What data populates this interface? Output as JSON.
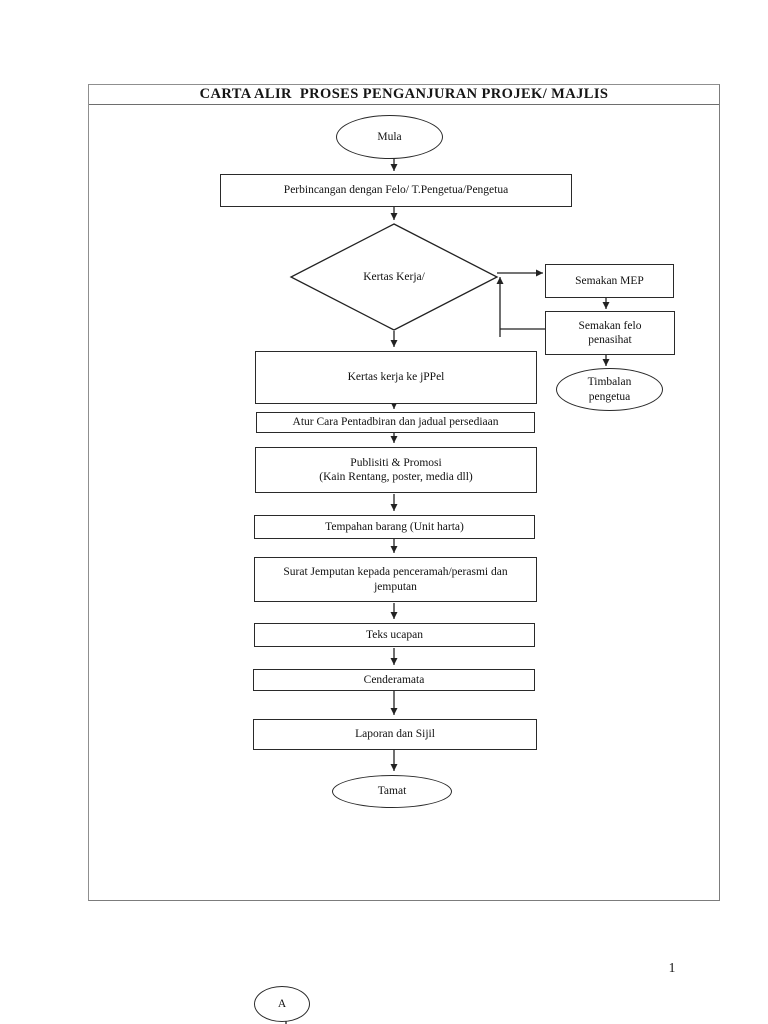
{
  "title": "CARTA ALIR  PROSES PENGANJURAN PROJEK/ MAJLIS",
  "page_number": "1",
  "colors": {
    "line": "#222222",
    "frame": "#8f8f8f",
    "background": "#ffffff",
    "text": "#111111"
  },
  "flowchart": {
    "start_terminator": "Mula",
    "step_perbincangan": "Perbincangan dengan Felo/ T.Pengetua/Pengetua",
    "decision_kertas_kerja": "Kertas Kerja/",
    "step_semakan_mep": "Semakan MEP",
    "step_semakan_felo": {
      "line1": "Semakan felo",
      "line2": "penasihat"
    },
    "terminator_timbalan": {
      "line1": "Timbalan",
      "line2": "pengetua"
    },
    "step_jppel": "Kertas kerja ke jPPel",
    "step_atur_cara": "Atur Cara Pentadbiran dan jadual persediaan",
    "step_publisiti": {
      "line1": "Publisiti & Promosi",
      "line2": "(Kain Rentang, poster, media dll)"
    },
    "step_tempahan": "Tempahan barang (Unit harta)",
    "step_surat": {
      "line1": "Surat Jemputan kepada penceramah/perasmi dan",
      "line2": "jemputan"
    },
    "step_teks_ucapan": "Teks ucapan",
    "step_cenderamata": "Cenderamata",
    "step_laporan": "Laporan dan Sijil",
    "end_terminator": "Tamat",
    "connector_label": "A"
  }
}
